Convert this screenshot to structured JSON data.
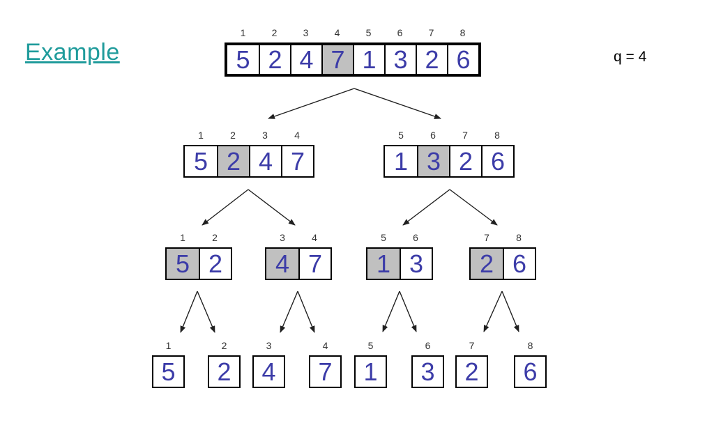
{
  "title": "Example",
  "annotation": "q = 4",
  "colors": {
    "title": "#1f9b9b",
    "value": "#3c3ca8",
    "index": "#333333",
    "highlight": "#c0c0c0",
    "border": "#000000",
    "arrow": "#202020",
    "background": "#ffffff"
  },
  "tree": {
    "description": "merge-sort style recursive split of array [5,2,4,7,1,3,2,6]",
    "levels": [
      {
        "arrays": [
          {
            "start_index": 1,
            "values": [
              5,
              2,
              4,
              7,
              1,
              3,
              2,
              6
            ],
            "highlight_index": 4
          }
        ]
      },
      {
        "arrays": [
          {
            "start_index": 1,
            "values": [
              5,
              2,
              4,
              7
            ],
            "highlight_index": 2
          },
          {
            "start_index": 5,
            "values": [
              1,
              3,
              2,
              6
            ],
            "highlight_index": 6
          }
        ]
      },
      {
        "arrays": [
          {
            "start_index": 1,
            "values": [
              5,
              2
            ],
            "highlight_index": 1
          },
          {
            "start_index": 3,
            "values": [
              4,
              7
            ],
            "highlight_index": 3
          },
          {
            "start_index": 5,
            "values": [
              1,
              3
            ],
            "highlight_index": 5
          },
          {
            "start_index": 7,
            "values": [
              2,
              6
            ],
            "highlight_index": 7
          }
        ]
      },
      {
        "arrays": [
          {
            "start_index": 1,
            "values": [
              5
            ],
            "highlight_index": null
          },
          {
            "start_index": 2,
            "values": [
              2
            ],
            "highlight_index": null
          },
          {
            "start_index": 3,
            "values": [
              4
            ],
            "highlight_index": null
          },
          {
            "start_index": 4,
            "values": [
              7
            ],
            "highlight_index": null
          },
          {
            "start_index": 5,
            "values": [
              1
            ],
            "highlight_index": null
          },
          {
            "start_index": 6,
            "values": [
              3
            ],
            "highlight_index": null
          },
          {
            "start_index": 7,
            "values": [
              2
            ],
            "highlight_index": null
          },
          {
            "start_index": 8,
            "values": [
              6
            ],
            "highlight_index": null
          }
        ]
      }
    ]
  }
}
